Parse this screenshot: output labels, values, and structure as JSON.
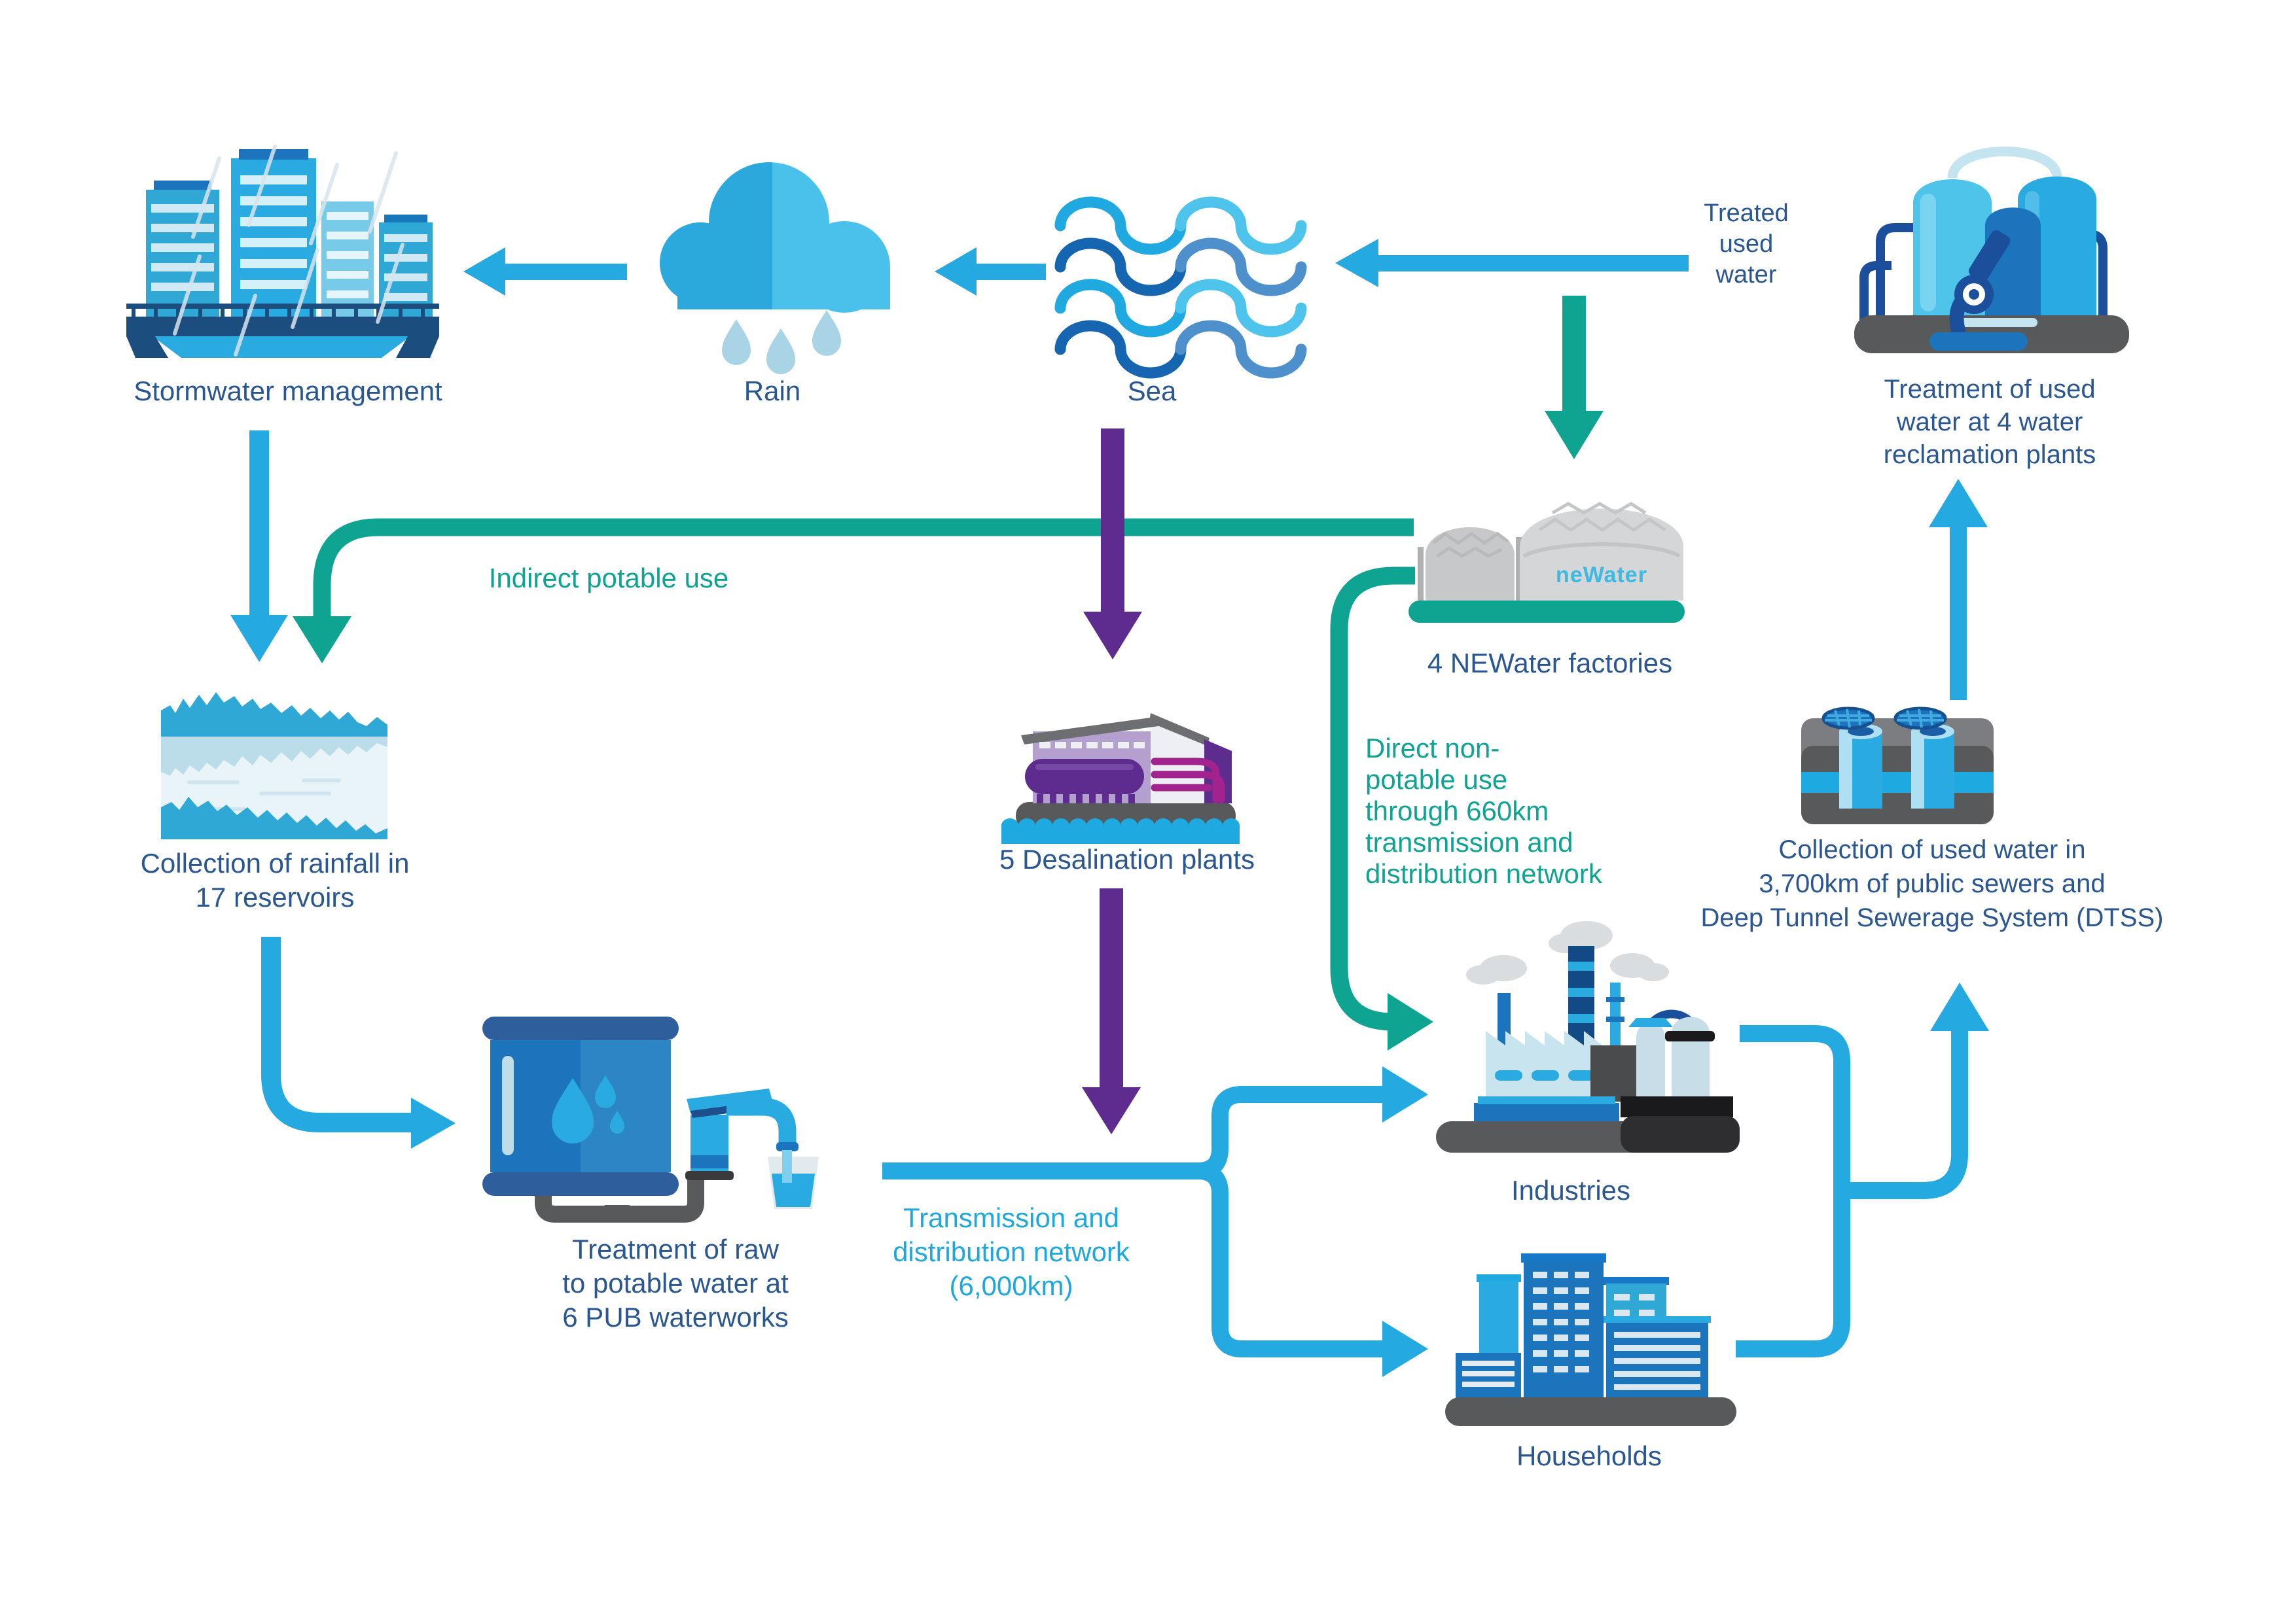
{
  "colors": {
    "arrow_blue": "#24A9E0",
    "teal": "#0FA391",
    "purple": "#5E2C8F",
    "navy_text": "#2A5691",
    "cyan_text": "#1EA8DD"
  },
  "nodes": {
    "stormwater": {
      "label": "Stormwater management"
    },
    "rain": {
      "label": "Rain"
    },
    "sea": {
      "label": "Sea"
    },
    "treated_used_water": {
      "lines": [
        "Treated",
        "used",
        "water"
      ]
    },
    "reclamation": {
      "lines": [
        "Treatment of used",
        "water at 4 water",
        "reclamation plants"
      ]
    },
    "newater": {
      "label": "4 NEWater factories",
      "logo": "neWater"
    },
    "reservoirs": {
      "lines": [
        "Collection of rainfall in",
        "17 reservoirs"
      ]
    },
    "desalination": {
      "label": "5 Desalination plants"
    },
    "waterworks": {
      "lines": [
        "Treatment of raw",
        "to potable water at",
        "6 PUB waterworks"
      ]
    },
    "industries": {
      "label": "Industries"
    },
    "households": {
      "label": "Households"
    },
    "sewers": {
      "lines": [
        "Collection of used water in",
        "3,700km of public sewers and",
        "Deep Tunnel Sewerage System (DTSS)"
      ]
    }
  },
  "flows": {
    "indirect_potable": {
      "label": "Indirect potable use"
    },
    "direct_non_potable": {
      "lines": [
        "Direct non-",
        "potable use",
        "through 660km",
        "transmission and",
        "distribution network"
      ]
    },
    "transmission": {
      "lines": [
        "Transmission and",
        "distribution network",
        "(6,000km)"
      ]
    }
  }
}
